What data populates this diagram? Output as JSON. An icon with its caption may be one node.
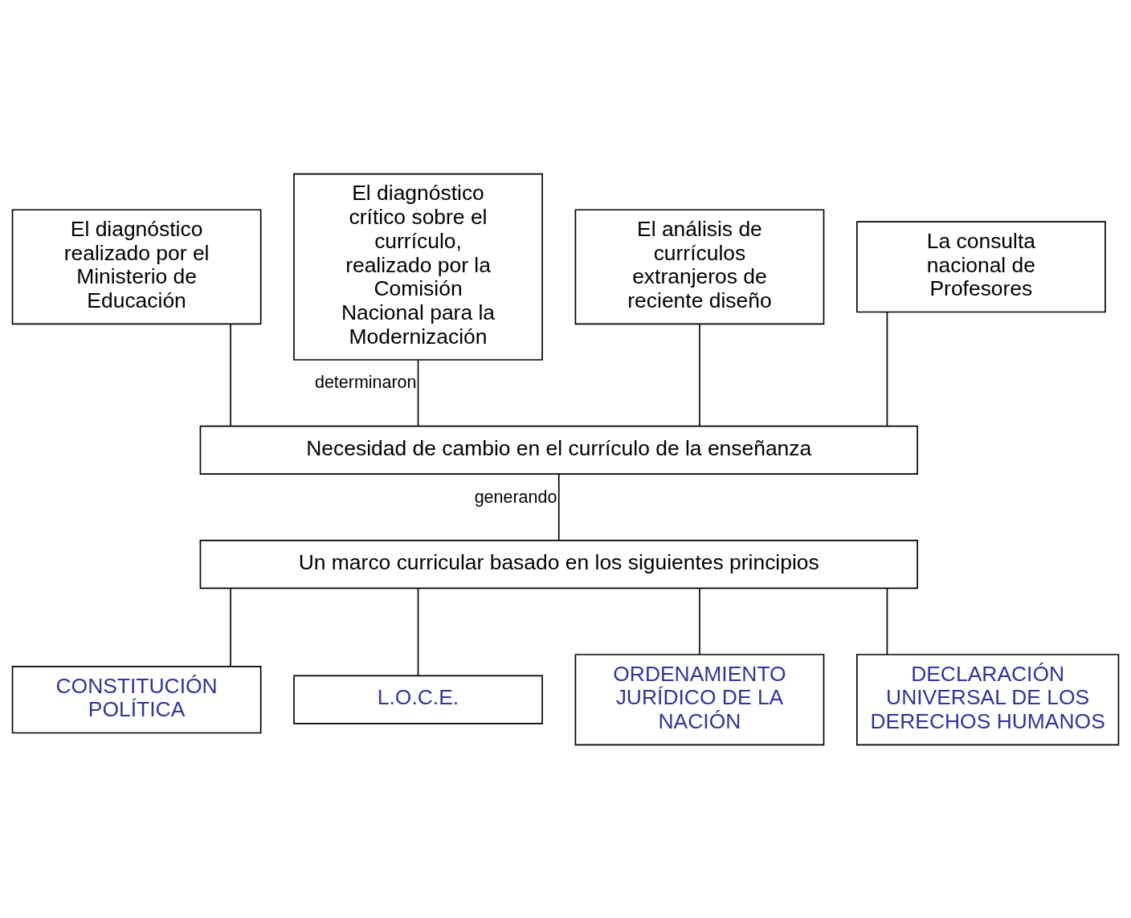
{
  "diagram": {
    "nodes": [
      {
        "text": [
          "El diagnóstico realizado por el Ministerio de Educación"
        ]
      },
      {
        "text": [
          "El diagnóstico crítico sobre el currículo, realizado por la Comisión Nacional para la Modernización"
        ]
      },
      {
        "text": [
          "El análisis de currículos extranjeros de reciente diseño"
        ]
      },
      {
        "text": [
          "La consulta nacional de Profesores"
        ]
      },
      {
        "text": [
          "Necesidad de cambio en el currículo de la enseñanza"
        ]
      },
      {
        "text": [
          "Un marco curricular basado en los siguientes principios"
        ]
      },
      {
        "text": [
          "CONSTITUCIÓN POLÍTICA"
        ]
      },
      {
        "text": [
          "L.O.C.E."
        ]
      },
      {
        "text": [
          "ORDENAMIENTO JURÍDICO DE LA NACIÓN"
        ]
      },
      {
        "text": [
          "DECLARACIÓN UNIVERSAL DE LOS DERECHOS HUMANOS"
        ]
      }
    ],
    "edges": [
      {
        "from": 0,
        "to": 4,
        "arrow": "none"
      },
      {
        "from": 1,
        "to": 4,
        "arrow": "none",
        "label": "determinaron"
      },
      {
        "from": 2,
        "to": 4,
        "arrow": "none"
      },
      {
        "from": 3,
        "to": 4,
        "arrow": "none"
      },
      {
        "from": 4,
        "to": 5,
        "arrow": "none",
        "label": "generando"
      },
      {
        "from": 5,
        "to": 6,
        "arrow": "none"
      },
      {
        "from": 5,
        "to": 7,
        "arrow": "none"
      },
      {
        "from": 5,
        "to": 8,
        "arrow": "none"
      },
      {
        "from": 5,
        "to": 9,
        "arrow": "none"
      }
    ]
  }
}
